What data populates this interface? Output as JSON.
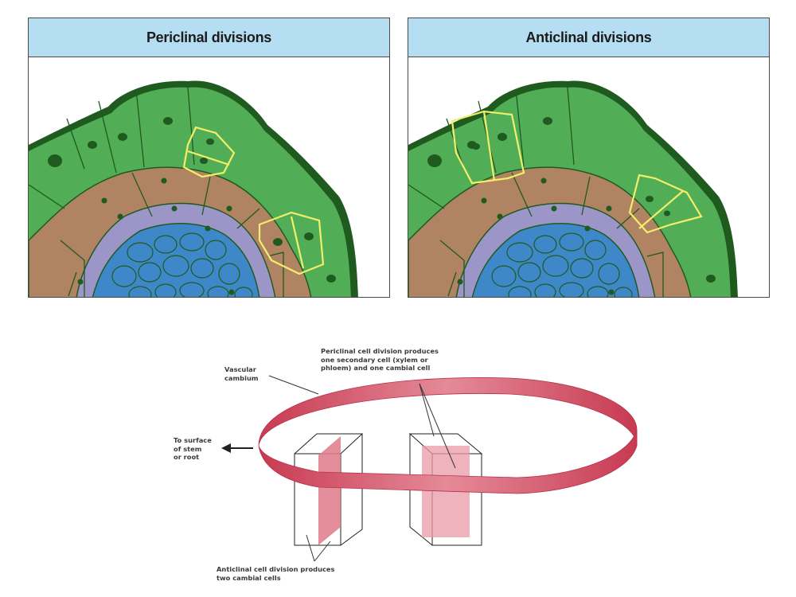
{
  "panels": [
    {
      "title": "Periclinal divisions",
      "highlight": "periclinal"
    },
    {
      "title": "Anticlinal divisions",
      "highlight": "anticlinal"
    }
  ],
  "colors": {
    "header_bg": "#b5def2",
    "epidermis": "#52ad57",
    "outline": "#1f5a1f",
    "cortex": "#b08363",
    "endodermis": "#9b95c8",
    "vascular": "#3e88c9",
    "highlight": "#f3ee6a",
    "cambium": "#d2485e"
  },
  "diagram": {
    "vascular_cambium_label": "Vascular\ncambium",
    "surface_label": "To surface\nof stem\nor root",
    "periclinal_label": "Periclinal cell division produces\none secondary cell (xylem or\nphloem) and one cambial cell",
    "anticlinal_label": "Anticlinal cell division produces\ntwo cambial cells"
  }
}
